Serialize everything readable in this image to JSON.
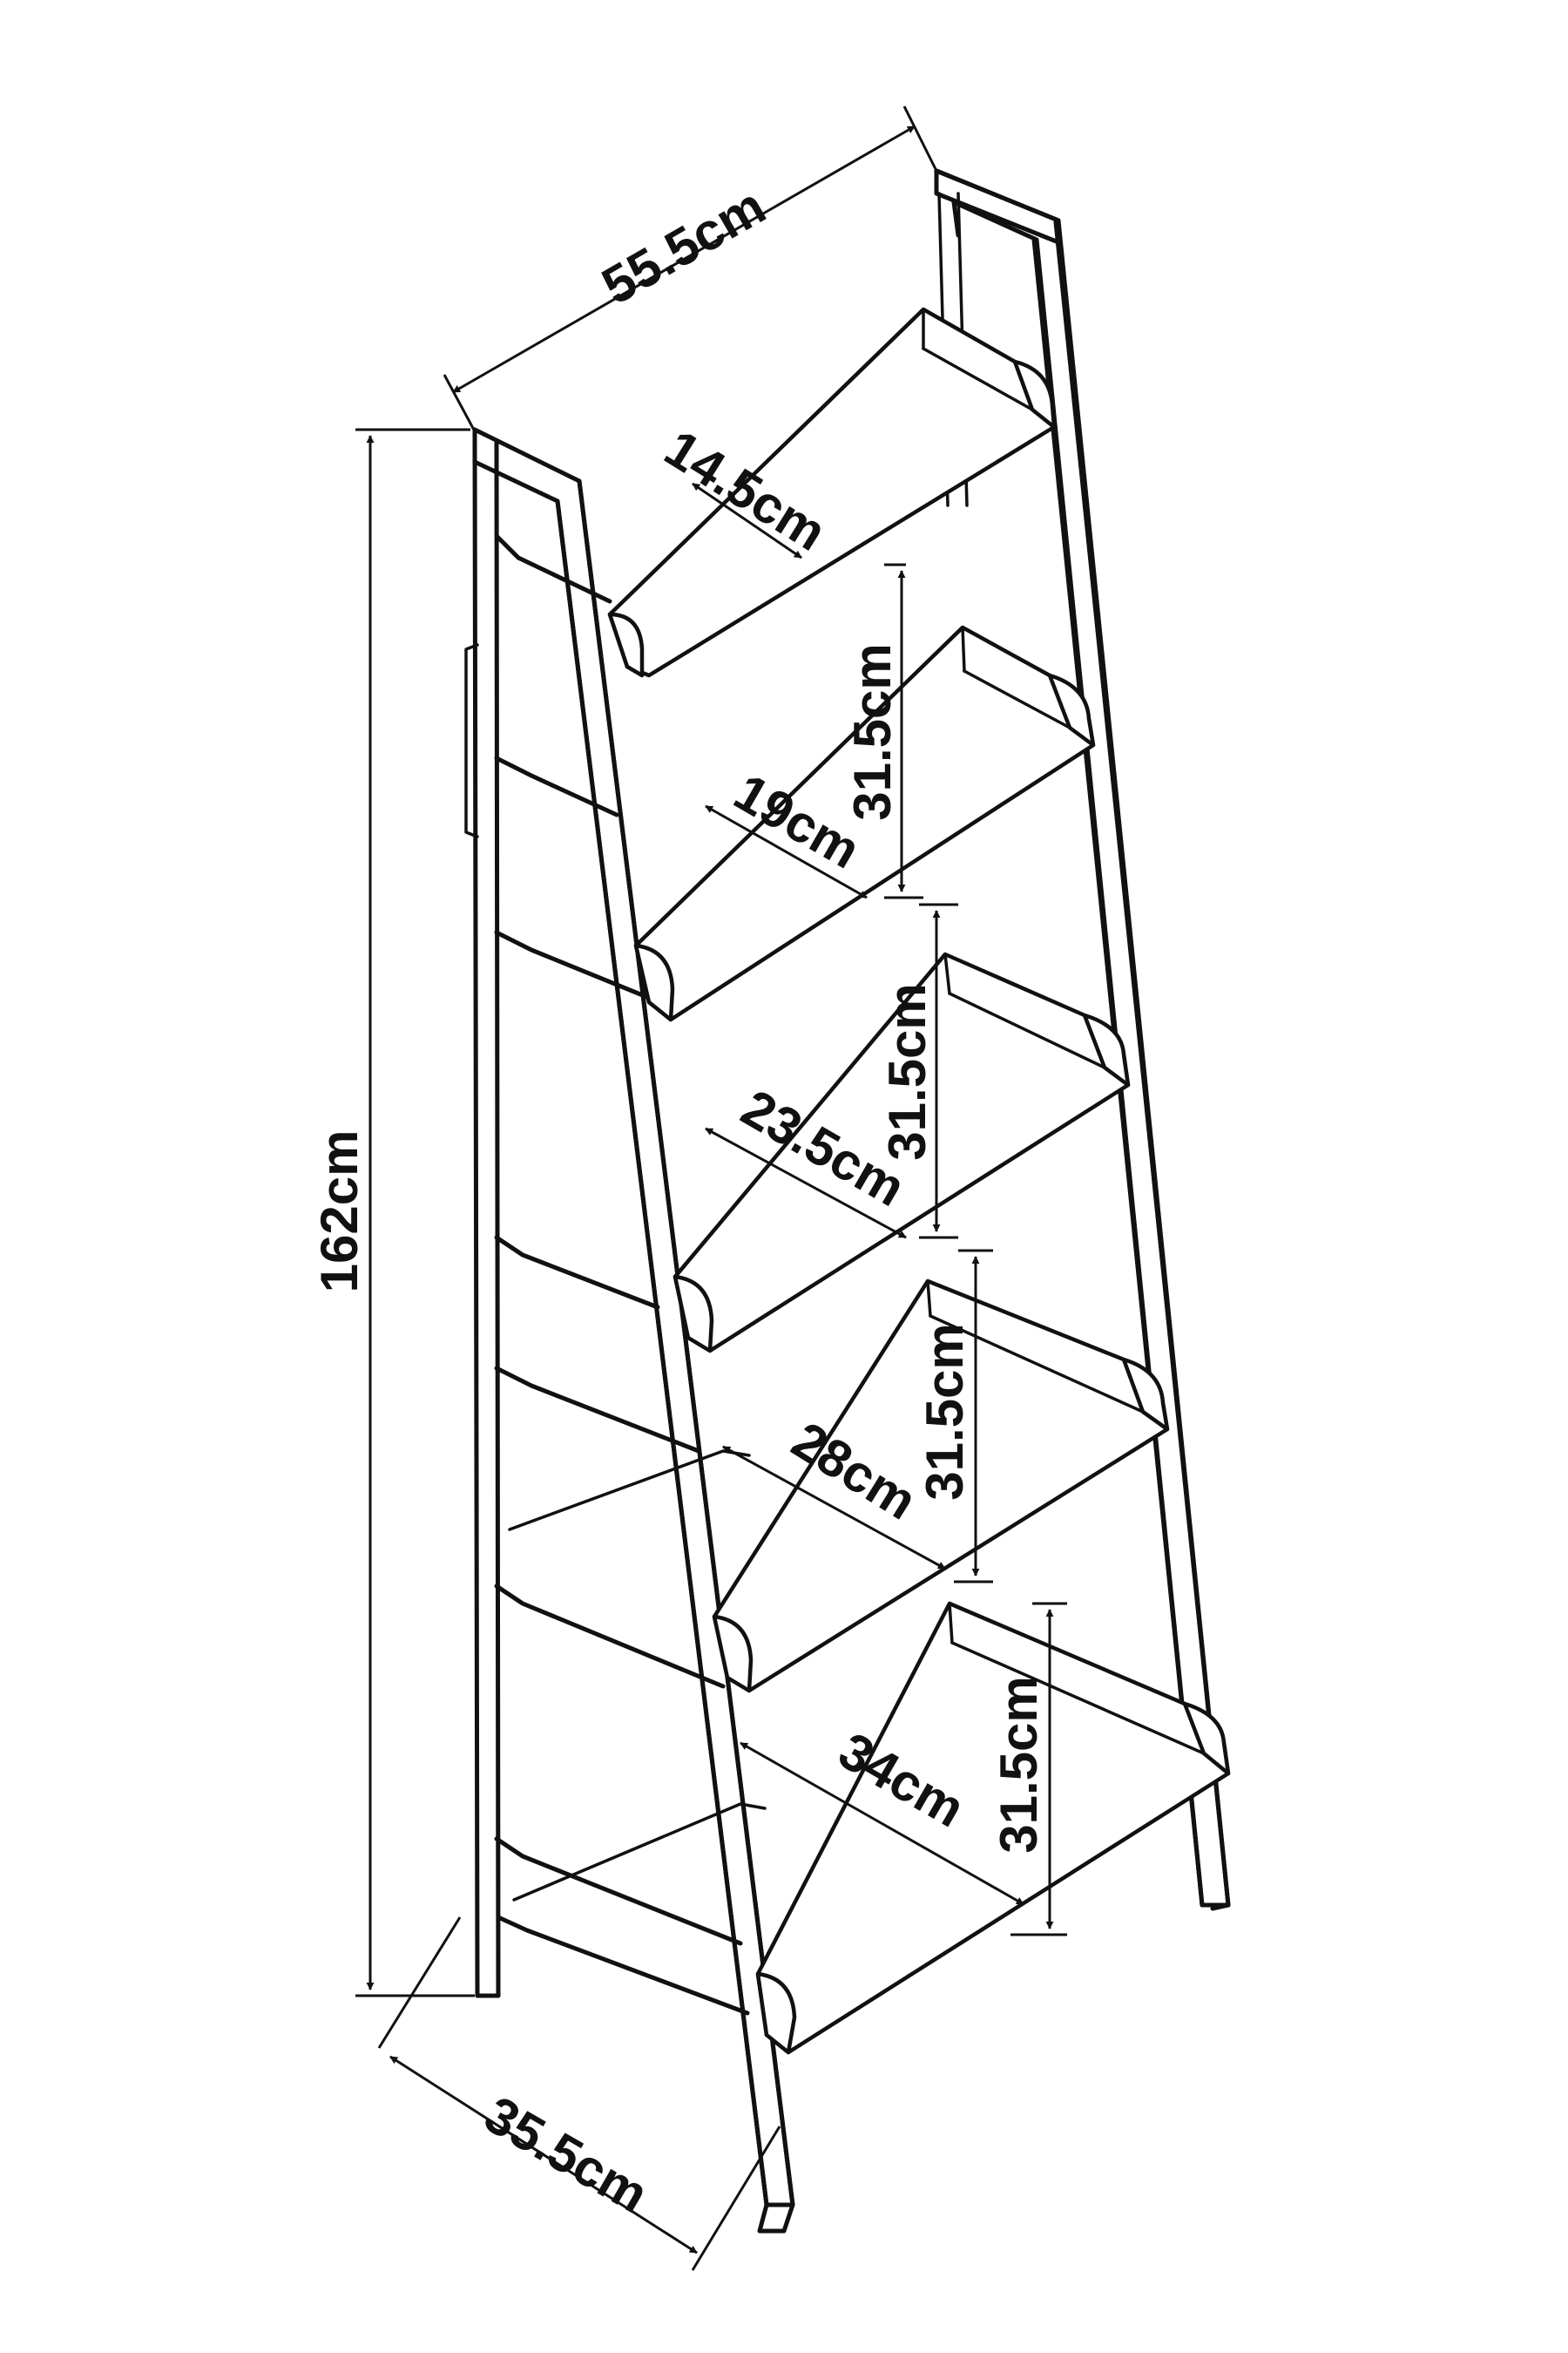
{
  "dimensions": {
    "overall_width": "55.5cm",
    "overall_height": "162cm",
    "overall_depth": "35.5cm",
    "shelves": [
      {
        "depth": "14.5cm",
        "spacing": "31.5cm"
      },
      {
        "depth": "19cm",
        "spacing": "31.5cm"
      },
      {
        "depth": "23.5cm",
        "spacing": "31.5cm"
      },
      {
        "depth": "28cm",
        "spacing": "31.5cm"
      },
      {
        "depth": "34cm"
      }
    ]
  }
}
